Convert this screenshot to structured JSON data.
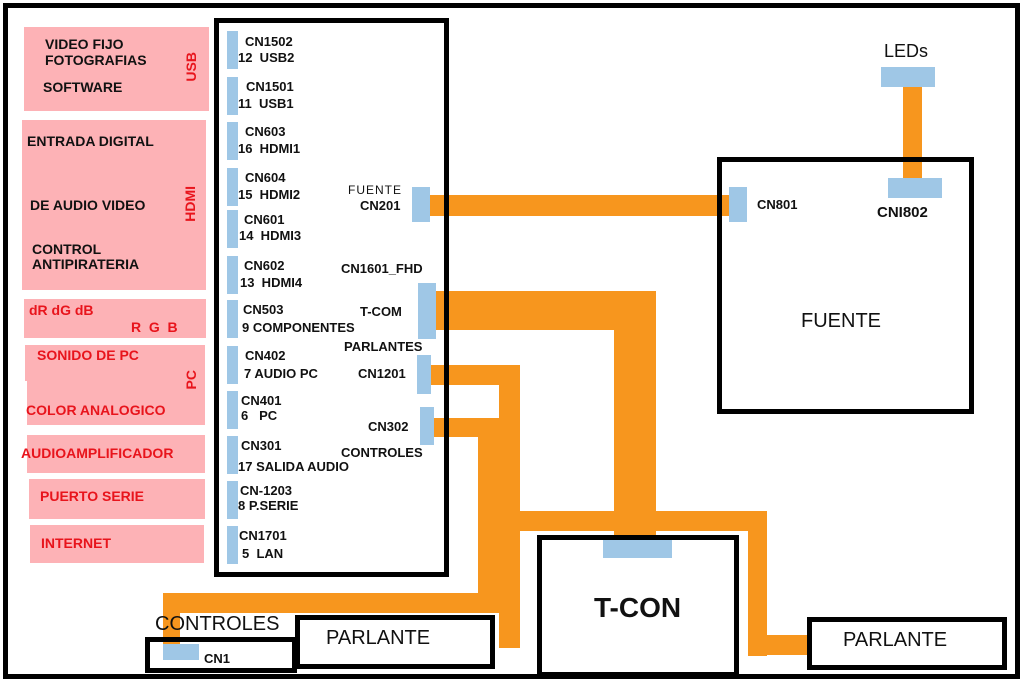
{
  "left_panel": {
    "usb_group": {
      "tag": "USB",
      "lines": [
        "VIDEO FIJO",
        "FOTOGRAFIAS",
        "SOFTWARE"
      ]
    },
    "hdmi_group": {
      "tag": "HDMI",
      "lines": [
        "ENTRADA DIGITAL",
        "DE AUDIO VIDEO",
        "CONTROL",
        "ANTIPIRATERIA"
      ]
    },
    "rgb_group": {
      "line1": "dR dG dB",
      "line2": "R  G  B"
    },
    "pc_group": {
      "tag": "PC",
      "lines": [
        "SONIDO DE PC",
        "COLOR ANALOGICO"
      ]
    },
    "audio_amp": "AUDIOAMPLIFICADOR",
    "serial": "PUERTO SERIE",
    "internet": "INTERNET"
  },
  "main_board": {
    "ports": [
      {
        "code": "CN1502",
        "desc": "12  USB2"
      },
      {
        "code": "CN1501",
        "desc": "11  USB1"
      },
      {
        "code": "CN603",
        "desc": "16  HDMI1"
      },
      {
        "code": "CN604",
        "desc": "15  HDMI2"
      },
      {
        "code": "CN601",
        "desc": "14  HDMI3"
      },
      {
        "code": "CN602",
        "desc": "13  HDMI4"
      },
      {
        "code": "CN503",
        "desc": "9 COMPONENTES"
      },
      {
        "code": "CN402",
        "desc": "7 AUDIO PC"
      },
      {
        "code": "CN401",
        "desc": "6   PC"
      },
      {
        "code": "CN301",
        "desc": "17 SALIDA AUDIO"
      },
      {
        "code": "CN-1203",
        "desc": "8 P.SERIE"
      },
      {
        "code": "CN1701",
        "desc": "5  LAN"
      }
    ],
    "right_connectors": {
      "fuente_label": "FUENTE",
      "cn201": "CN201",
      "cn1601": "CN1601_FHD",
      "tcom": "T-COM",
      "parlantes": "PARLANTES",
      "cn1201": "CN1201",
      "cn302": "CN302",
      "controles": "CONTROLES"
    }
  },
  "fuente": {
    "title": "FUENTE",
    "cn801": "CN801",
    "cni802": "CNI802"
  },
  "leds": "LEDs",
  "tcon": "T-CON",
  "controles_board": {
    "title": "CONTROLES",
    "cn1": "CN1"
  },
  "parlante_left": "PARLANTE",
  "parlante_right": "PARLANTE",
  "colors": {
    "trace": "#f7961e",
    "connector": "#9fc7e6",
    "panel": "#fdb2b6",
    "panel_text_red": "#e8141c"
  }
}
